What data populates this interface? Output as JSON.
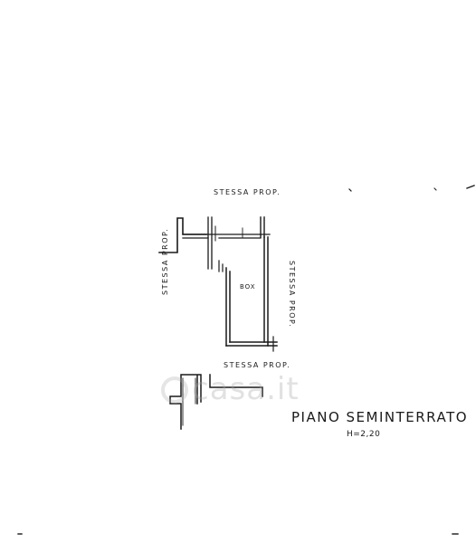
{
  "labels": {
    "top": "STESSA PROP.",
    "bottom": "STESSA PROP.",
    "left": "STESSA PROP.",
    "right": "STESSA PROP.",
    "room": "BOX"
  },
  "title": "PIANO SEMINTERRATO",
  "height_note": "H=2,20",
  "watermark": "casa.it",
  "colors": {
    "ink": "#1a1a1a",
    "paper": "#ffffff",
    "watermark": "#aaaaaa"
  }
}
